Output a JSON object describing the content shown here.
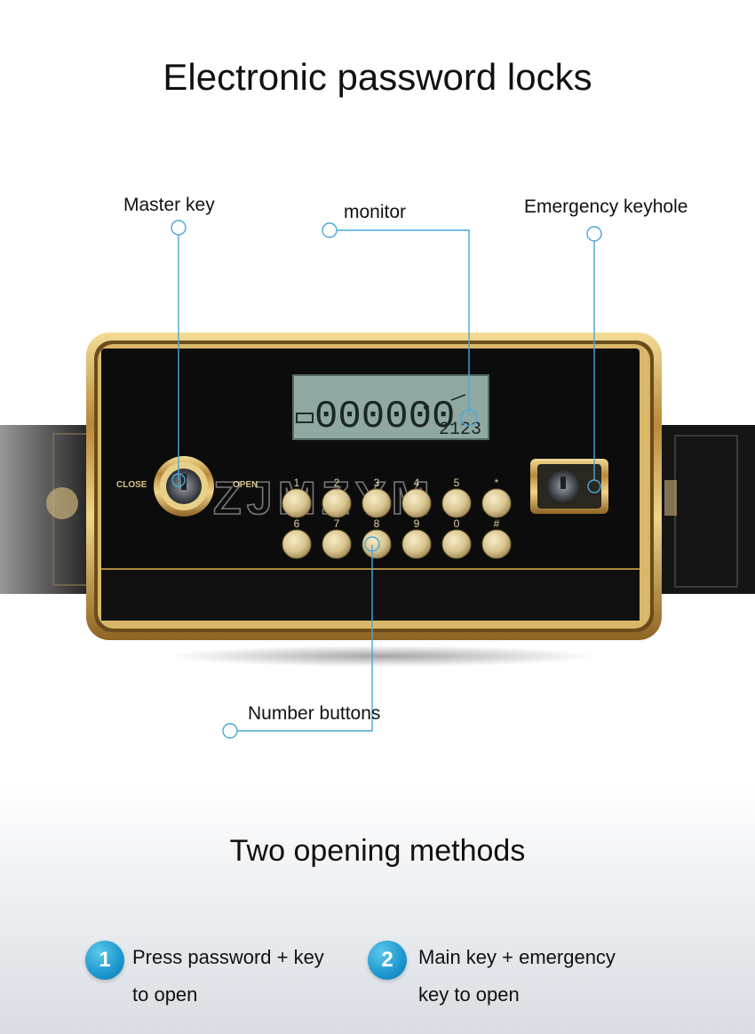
{
  "title": "Electronic password locks",
  "callouts": {
    "master_key": "Master key",
    "monitor": "monitor",
    "emergency_keyhole": "Emergency keyhole",
    "number_buttons": "Number buttons"
  },
  "panel": {
    "close_label": "CLOSE",
    "open_label": "OPEN",
    "watermark": "ZJMZYM",
    "lcd_main": "000000",
    "lcd_time": "2123",
    "keypad_row1": [
      "1",
      "2",
      "3",
      "4",
      "5",
      "*"
    ],
    "keypad_row2": [
      "6",
      "7",
      "8",
      "9",
      "0",
      "#"
    ]
  },
  "section": {
    "subtitle": "Two opening methods",
    "methods": [
      {
        "number": "1",
        "line1": "Press password + key",
        "line2": "to open"
      },
      {
        "number": "2",
        "line1": "Main key + emergency",
        "line2": "key to open"
      }
    ]
  },
  "colors": {
    "callout_line": "#4aa8d8",
    "gold": "#c9a24a",
    "panel_black": "#0c0c0c",
    "lcd": "#8fa8a2",
    "badge_blue": "#1c97cf"
  }
}
